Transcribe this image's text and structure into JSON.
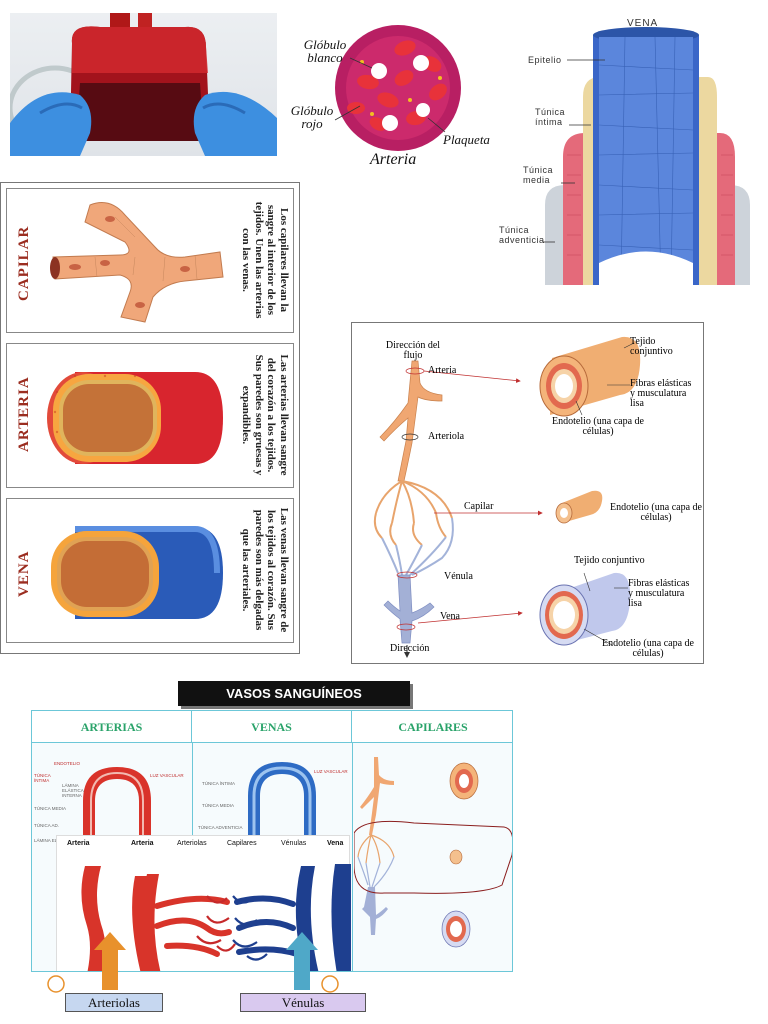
{
  "blood_cell_diagram": {
    "white_cell": "Glóbulo blanco",
    "red_cell": "Glóbulo rojo",
    "platelet": "Plaqueta",
    "caption": "Arteria"
  },
  "vein_diagram": {
    "title": "VENA",
    "labels": [
      "Epitelio",
      "Túnica íntima",
      "Túnica media",
      "Túnica adventicia"
    ]
  },
  "cards": [
    {
      "name": "CAPILAR",
      "text": "Los capilares llevan la sangre al interior de los tejidos. Unen las arterias con las venas."
    },
    {
      "name": "ARTERIA",
      "text": "Las arterias llevan sangre del corazón a los tejidos. Sus paredes son gruesas y expandibles."
    },
    {
      "name": "VENA",
      "text": "Las venas llevan sangre de los tejidos al corazón. Sus paredes son más delgadas que las arteriales."
    }
  ],
  "flow_diagram": {
    "direccion_flujo": "Dirección del flujo",
    "arteria": "Arteria",
    "arteriola": "Arteriola",
    "capilar": "Capilar",
    "venula": "Vénula",
    "vena": "Vena",
    "direccion": "Dirección",
    "tejido_conjuntivo_1": "Tejido conjuntivo",
    "fibras_1": "Fibras elásticas y musculatura lisa",
    "endotelio_1": "Endotelio (una capa de células)",
    "endotelio_2": "Endotelio (una capa de células)",
    "tejido_conjuntivo_2": "Tejido conjuntivo",
    "fibras_2": "Fibras elásticas y musculatura lisa",
    "endotelio_3": "Endotelio (una capa de células)"
  },
  "vasos": {
    "banner": "VASOS SANGUÍNEOS",
    "headers": [
      "ARTERIAS",
      "VENAS",
      "CAPILARES"
    ],
    "mini_artery_labels": [
      "ENDOTELIO",
      "TÚNICA ÍNTIMA",
      "LÁMINA ELÁSTICA INTERNA",
      "TÚNICA MEDIA",
      "TÚNICA AD.",
      "LÁMINA EL."
    ],
    "mini_artery_right": "LUZ VASCULAR",
    "mini_vein_labels": [
      "TÚNICA ÍNTIMA",
      "TÚNICA MEDIA",
      "TÚNICA ADVENTICIA"
    ],
    "mini_vein_right": "LUZ VASCULAR",
    "network_labels": {
      "arteria_left": "Arteria",
      "arteria": "Arteria",
      "arteriolas": "Arteriolas",
      "capilares": "Capilares",
      "venulas": "Vénulas",
      "vena": "Vena"
    },
    "pill_arteriolas": "Arteriolas",
    "pill_venulas": "Vénulas"
  },
  "colors": {
    "artery_red": "#d23a2c",
    "vein_blue": "#2f5fb5",
    "header_green": "#2aa36a",
    "banner_black": "#111111"
  }
}
